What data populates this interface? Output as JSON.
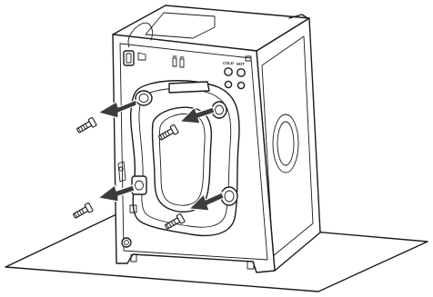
{
  "diagram": {
    "subject": "washing-machine-rear-shipping-bolt-removal",
    "labels": {
      "knob_left": "COLD",
      "knob_right": "HOT"
    },
    "colors": {
      "line": "#1a1a1a",
      "arrow": "#3c3c3c",
      "background": "#ffffff"
    },
    "bolt_count": 4,
    "arrow_count": 4
  }
}
